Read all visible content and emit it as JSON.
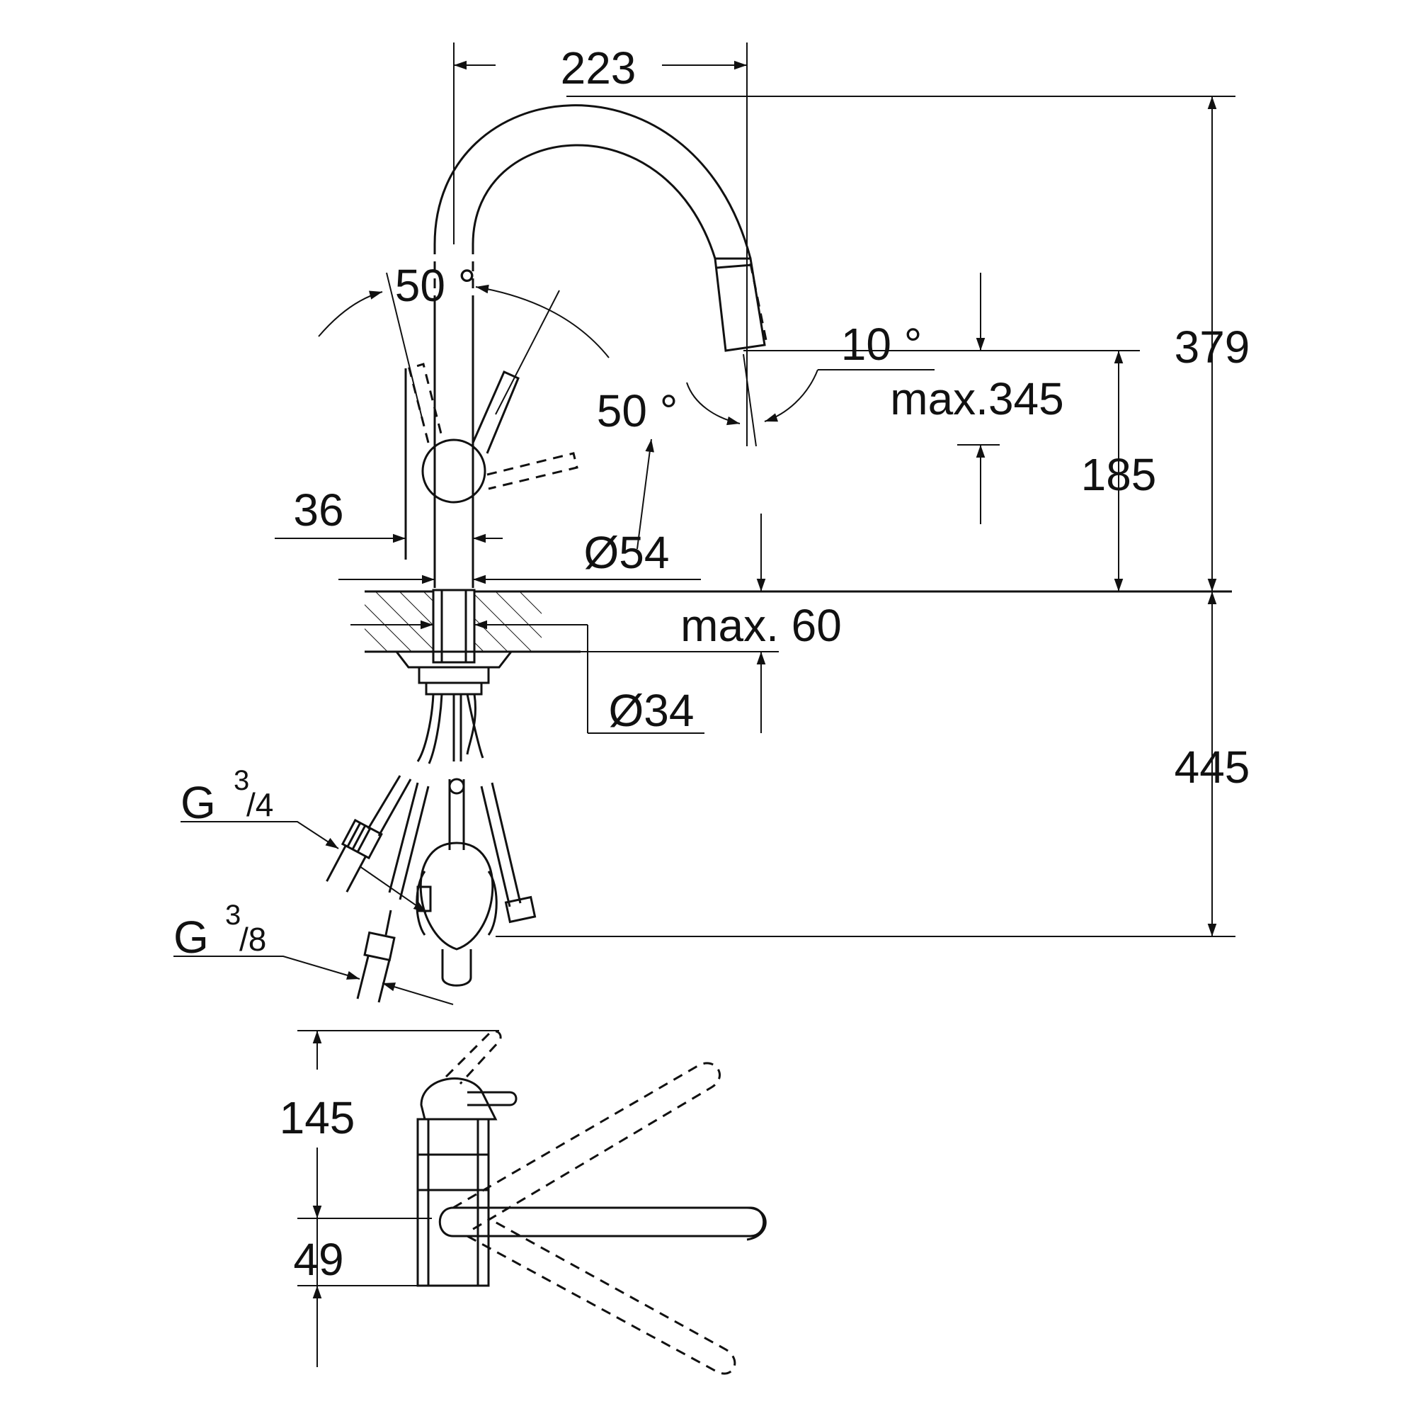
{
  "drawing": {
    "colors": {
      "line": "#111111",
      "background": "#ffffff"
    },
    "dimensions": {
      "spout_reach": "223",
      "total_height": "379",
      "outlet_height": "max.345",
      "lever_height": "185",
      "base_to_connection": "445",
      "lever_offset": "36",
      "body_diameter": "Ø54",
      "deck_thickness": "max. 60",
      "hole_diameter": "Ø34",
      "plan_depth": "145",
      "plan_base": "49"
    },
    "angles": {
      "lever_swing_left": "50 °",
      "lever_swing_right": "50 °",
      "spout_tilt": "10 °"
    },
    "connections": {
      "thread_large_letter": "G",
      "thread_large_num": "3",
      "thread_large_den": "/4",
      "thread_small_letter": "G",
      "thread_small_num": "3",
      "thread_small_den": "/8"
    }
  }
}
